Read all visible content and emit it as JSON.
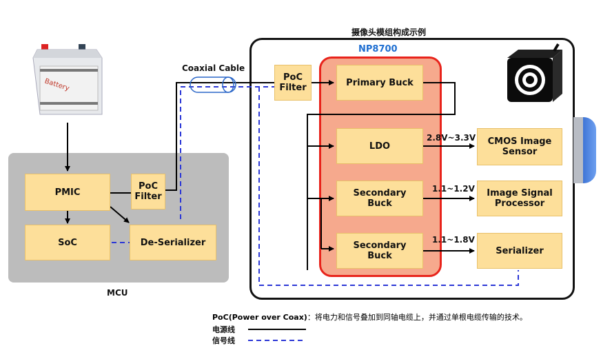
{
  "title": "摄像头模组构成示例",
  "chip": "NP8700",
  "coax_label": "Coaxial Cable",
  "battery_label": "Battery",
  "mcu_label": "MCU",
  "blocks": {
    "pmic": "PMIC",
    "soc": "SoC",
    "poc_filter_mcu": "PoC Filter",
    "deserializer": "De-Serializer",
    "poc_filter_cam": "PoC Filter",
    "primary_buck": "Primary Buck",
    "ldo": "LDO",
    "secondary_buck_1": "Secondary Buck",
    "secondary_buck_2": "Secondary Buck",
    "cmos_sensor": "CMOS Image Sensor",
    "isp": "Image Signal Processor",
    "serializer": "Serializer"
  },
  "voltages": {
    "ldo": "2.8V~3.3V",
    "buck1": "1.1~1.2V",
    "buck2": "1.1~1.8V"
  },
  "note": {
    "term": "PoC(Power over Coax)",
    "desc": "：将电力和信号叠加到同轴电缆上，并通过单根电缆传输的技术。"
  },
  "legend": {
    "power": "电源线",
    "signal": "信号线"
  },
  "colors": {
    "block_fill": "#fddf9a",
    "chip_fill": "#f6a98d",
    "chip_border": "#e8231b",
    "chip_text": "#1f6fd1",
    "power_line": "#000000",
    "signal_line": "#2a36d6",
    "mcu_panel": "#bcbcbc"
  }
}
